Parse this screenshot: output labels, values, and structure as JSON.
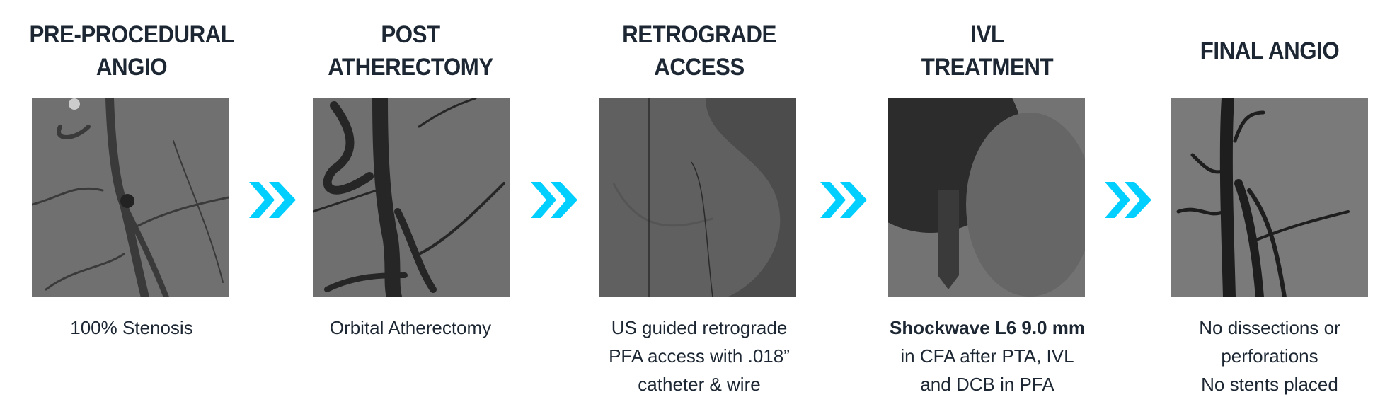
{
  "accent_color": "#00cfff",
  "steps": [
    {
      "title": [
        "PRE-PROCEDURAL",
        "ANGIO"
      ],
      "image": "angiogram-pre-procedural",
      "caption_bold": "",
      "caption": [
        "100% Stenosis"
      ]
    },
    {
      "title": [
        "POST",
        "ATHERECTOMY"
      ],
      "image": "angiogram-post-atherectomy",
      "caption_bold": "",
      "caption": [
        "Orbital Atherectomy"
      ]
    },
    {
      "title": [
        "RETROGRADE",
        "ACCESS"
      ],
      "image": "fluoroscopy-retrograde-access",
      "caption_bold": "",
      "caption": [
        "US guided retrograde",
        "PFA access with .018”",
        "catheter & wire"
      ]
    },
    {
      "title": [
        "IVL",
        "TREATMENT"
      ],
      "image": "fluoroscopy-ivl-treatment",
      "caption_bold": "Shockwave L6 9.0 mm",
      "caption": [
        "in CFA after PTA, IVL",
        "and DCB in PFA"
      ]
    },
    {
      "title": [
        "FINAL ANGIO"
      ],
      "image": "angiogram-final",
      "caption_bold": "",
      "caption": [
        "No dissections or",
        "perforations",
        "No stents placed"
      ]
    }
  ],
  "arrows": [
    "double-chevron-right-icon",
    "double-chevron-right-icon",
    "double-chevron-right-icon",
    "double-chevron-right-icon"
  ]
}
